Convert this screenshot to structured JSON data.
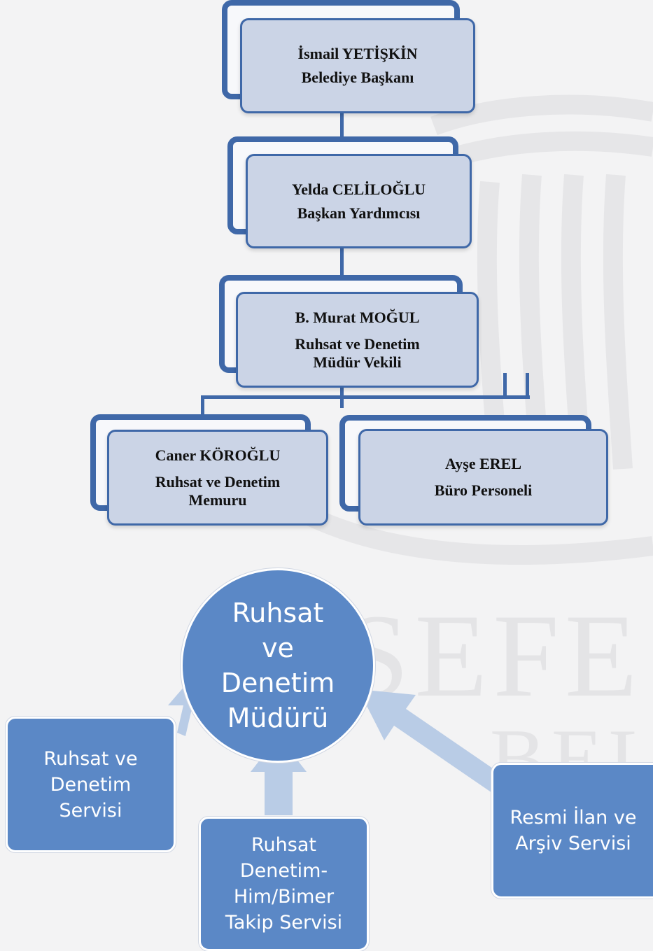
{
  "watermark": {
    "line1": "SEFE",
    "line2": "BEL"
  },
  "org_chart": {
    "mayor": {
      "name": "İsmail YETİŞKİN",
      "title": "Belediye Başkanı"
    },
    "deputy": {
      "name": "Yelda CELİLOĞLU",
      "title": "Başkan Yardımcısı"
    },
    "director": {
      "name": "B. Murat MOĞUL",
      "title_line1": "Ruhsat ve Denetim",
      "title_line2": "Müdür Vekili"
    },
    "officer": {
      "name": "Caner KÖROĞLU",
      "title_line1": "Ruhsat ve Denetim",
      "title_line2": "Memuru"
    },
    "clerk": {
      "name": "Ayşe EREL",
      "title": "Büro Personeli"
    }
  },
  "service_diagram": {
    "center": {
      "lines": [
        "Ruhsat",
        "ve",
        "Denetim",
        "Müdürü"
      ]
    },
    "left": {
      "lines": [
        "Ruhsat ve",
        "Denetim",
        "Servisi"
      ]
    },
    "middle": {
      "lines": [
        "Ruhsat",
        "Denetim-",
        "Him/Bimer",
        "Takip Servisi"
      ]
    },
    "right": {
      "lines": [
        "Resmi İlan ve",
        "Arşiv Servisi"
      ]
    }
  },
  "colors": {
    "card_border": "#3f68a8",
    "card_fill": "#cbd4e6",
    "service_fill": "#5b88c6",
    "arrow": "#b9cce6"
  }
}
